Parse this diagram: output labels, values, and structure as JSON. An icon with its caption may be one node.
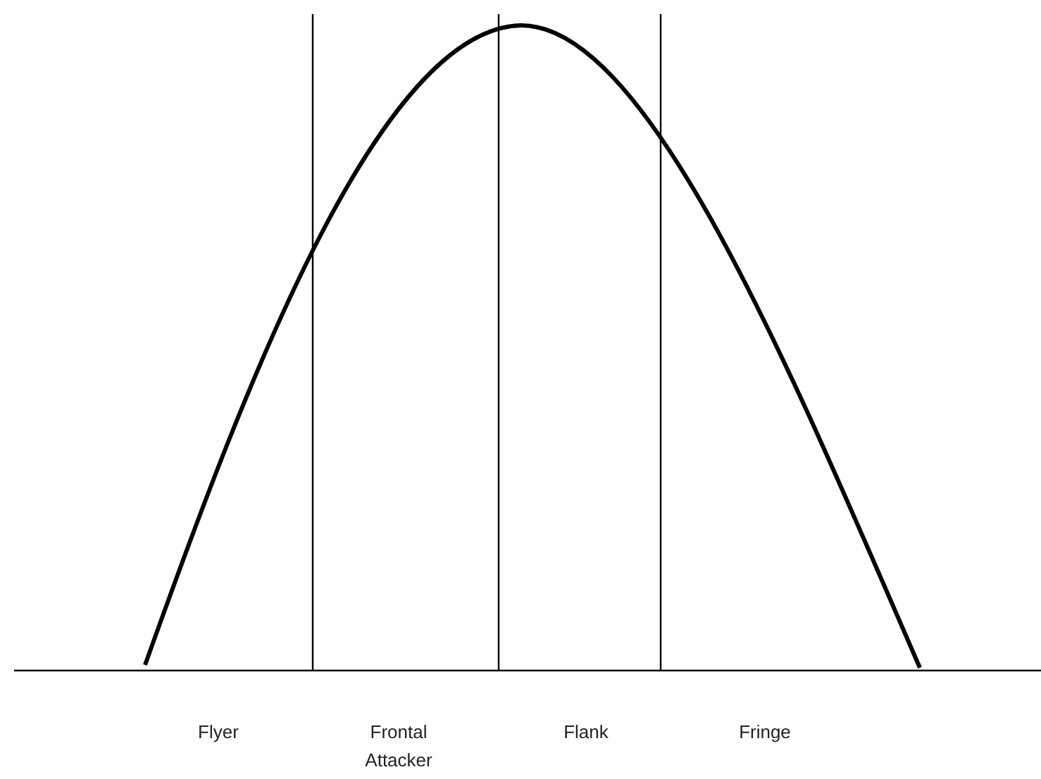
{
  "diagram": {
    "labels": [
      "Flyer",
      "Frontal Attacker",
      "Flank",
      "Fringe"
    ]
  }
}
